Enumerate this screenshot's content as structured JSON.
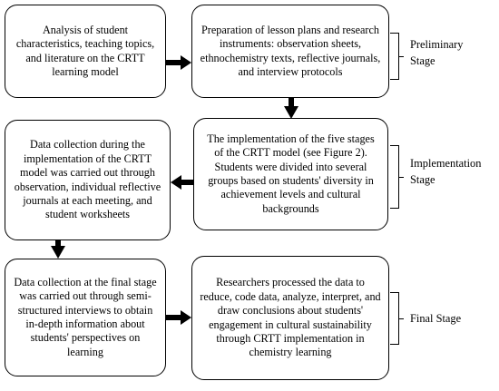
{
  "boxes": {
    "analysis": "Analysis of student characteristics, teaching topics, and literature on the CRTT learning model",
    "preparation": "Preparation of lesson plans and research instruments: observation sheets, ethnochemistry texts, reflective journals, and interview protocols",
    "implementation": "The implementation of the five stages of the CRTT model (see Figure 2). Students were divided into several groups based on students' diversity in achievement levels and cultural backgrounds",
    "data_collection_implementation": "Data collection during the implementation of the CRTT model was carried out through observation, individual reflective journals at each meeting, and student worksheets",
    "data_collection_final": "Data collection at the final stage was carried out through semi-structured interviews to obtain in-depth information about students' perspectives on learning",
    "processing": "Researchers processed the data to reduce, code data, analyze, interpret, and draw conclusions about students' engagement in cultural sustainability through CRTT implementation in chemistry learning"
  },
  "stages": {
    "preliminary": [
      "Preliminary",
      "Stage"
    ],
    "implementation": [
      "Implementation",
      "Stage"
    ],
    "final": [
      "Final Stage"
    ]
  }
}
